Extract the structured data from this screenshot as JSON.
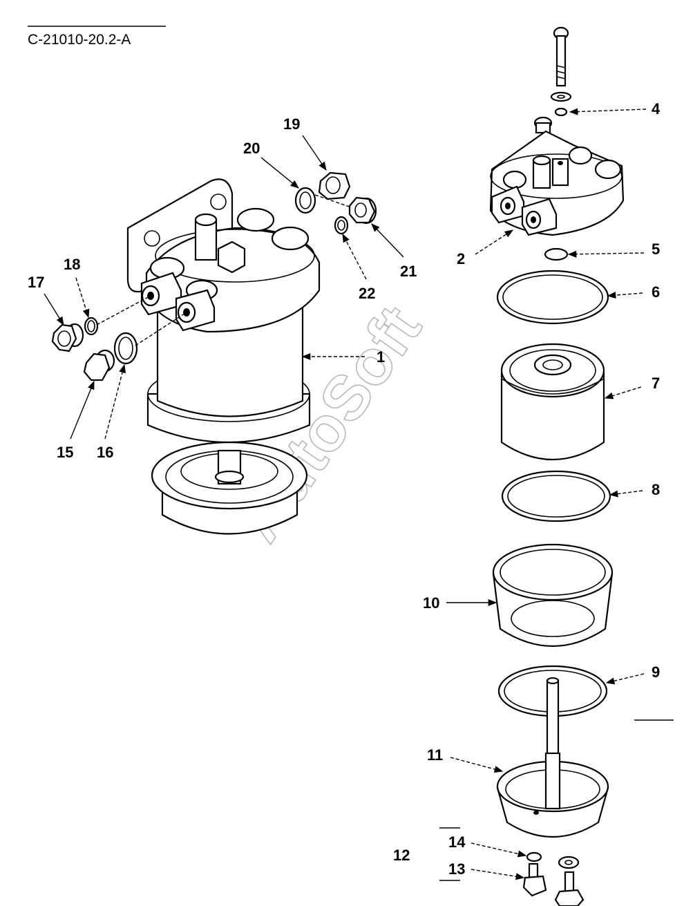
{
  "drawing": {
    "code": "C-21010-20.2-A",
    "watermark": "AutoSoft"
  },
  "callouts": [
    {
      "id": "1",
      "label": "1"
    },
    {
      "id": "2",
      "label": "2"
    },
    {
      "id": "4",
      "label": "4"
    },
    {
      "id": "5",
      "label": "5"
    },
    {
      "id": "6",
      "label": "6"
    },
    {
      "id": "7",
      "label": "7"
    },
    {
      "id": "8",
      "label": "8"
    },
    {
      "id": "9",
      "label": "9"
    },
    {
      "id": "10",
      "label": "10"
    },
    {
      "id": "11",
      "label": "11"
    },
    {
      "id": "12",
      "label": "12"
    },
    {
      "id": "13",
      "label": "13"
    },
    {
      "id": "14",
      "label": "14"
    },
    {
      "id": "15",
      "label": "15"
    },
    {
      "id": "16",
      "label": "16"
    },
    {
      "id": "17",
      "label": "17"
    },
    {
      "id": "18",
      "label": "18"
    },
    {
      "id": "19",
      "label": "19"
    },
    {
      "id": "20",
      "label": "20"
    },
    {
      "id": "21",
      "label": "21"
    },
    {
      "id": "22",
      "label": "22"
    }
  ]
}
